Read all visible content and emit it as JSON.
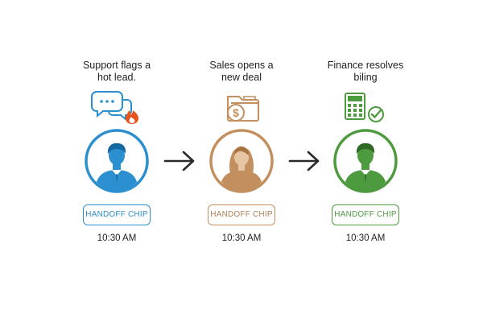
{
  "steps": [
    {
      "caption_line1": "Support flags a",
      "caption_line2": "hot lead.",
      "chip_label": "HANDOFF CHIP",
      "time": "10:30 AM",
      "color": "#2b8fd0",
      "icons": [
        "chat-bubbles-icon",
        "flame-icon"
      ]
    },
    {
      "caption_line1": "Sales opens a",
      "caption_line2": "new deal",
      "chip_label": "HANDOFF CHIP",
      "time": "10:30 AM",
      "color": "#c48f5e",
      "icons": [
        "folder-icon",
        "dollar-coin-icon"
      ]
    },
    {
      "caption_line1": "Finance resolves",
      "caption_line2": "biling",
      "chip_label": "HANDOFF CHIP",
      "time": "10:30 AM",
      "color": "#4e9a3f",
      "icons": [
        "calculator-icon",
        "check-circle-icon"
      ]
    }
  ],
  "colors": {
    "arrow": "#2a2a2a",
    "text": "#1f1f1f"
  }
}
